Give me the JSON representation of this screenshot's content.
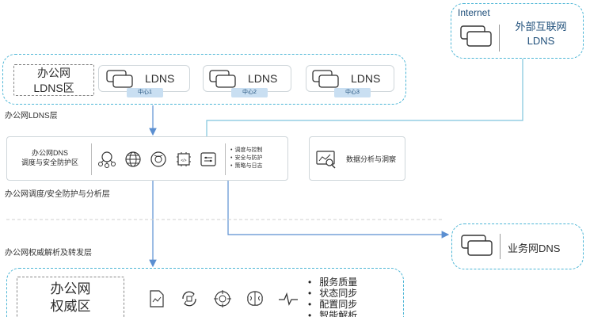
{
  "internet": {
    "tag": "Internet",
    "title": "外部互联网\nLDNS"
  },
  "ldns_layer": {
    "zone_label": "办公网\nLDNS区",
    "servers": [
      {
        "label": "LDNS",
        "center": "中心1"
      },
      {
        "label": "LDNS",
        "center": "中心2"
      },
      {
        "label": "LDNS",
        "center": "中心3"
      }
    ],
    "caption": "办公网LDNS层"
  },
  "dispatch_layer": {
    "title": "办公网DNS\n调度与安全防护区",
    "icons": [
      "network-icon",
      "globe-icon",
      "bio-shield-icon",
      "chip-icon",
      "switch-icon"
    ],
    "bullets": [
      "调度与控制",
      "安全与防护",
      "策略与日志"
    ],
    "caption": "办公网调度/安全防护与分析层"
  },
  "analysis": {
    "label": "数据分析与洞察"
  },
  "business_dns": {
    "label": "业务网DNS"
  },
  "authority_layer": {
    "caption": "办公网权威解析及转发层",
    "zone_label": "办公网\n权威区",
    "icons": [
      "document-chart-icon",
      "sync-icon",
      "target-icon",
      "brain-icon",
      "pulse-icon"
    ],
    "bullets": [
      "服务质量",
      "状态同步",
      "配置同步",
      "智能解析"
    ]
  },
  "colors": {
    "dashed_border": "#4db6d6",
    "arrow": "#5b8fd1",
    "line": "#7fc4dd",
    "tag_bg": "#c9dff2"
  }
}
